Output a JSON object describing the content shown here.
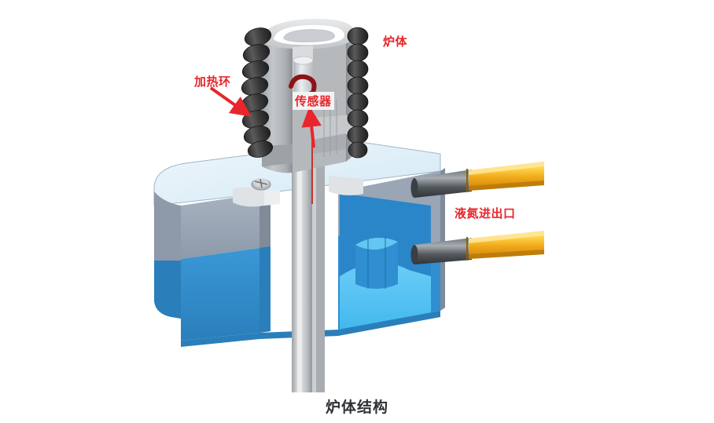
{
  "figure": {
    "caption": "炉体结构",
    "background_color": "#ffffff",
    "caption_color": "#2f3236"
  },
  "labels": {
    "furnace_body": {
      "text": "炉体",
      "color": "#e8262b"
    },
    "heating_ring": {
      "text": "加热环",
      "color": "#e8262b"
    },
    "sensor": {
      "text": "传感器",
      "color": "#e8262b"
    },
    "ln2_port": {
      "text": "液氮进出口",
      "color": "#e8262b"
    }
  },
  "parts": {
    "coil": {
      "name": "heating-coil",
      "color": "#3b3b3b",
      "turns": 8
    },
    "furnace_head": {
      "name": "furnace-head",
      "color": "#b9bcbf"
    },
    "tank_top": {
      "name": "tank-top-surface",
      "color": "#e4f1f8"
    },
    "tank_wall": {
      "name": "tank-outer-wall",
      "color": "#98a4b4"
    },
    "tank_lower": {
      "name": "tank-lower-blue",
      "color": "#2f8fd0"
    },
    "chamber_floor": {
      "name": "chamber-floor",
      "color": "#4fc3f7"
    },
    "chamber_wall": {
      "name": "chamber-wall",
      "color": "#2a86c8"
    },
    "pipe_metal": {
      "name": "pipe-connector",
      "color": "#4a4f54"
    },
    "pipe_gold": {
      "name": "pipe-gold-tube",
      "color": "#f0b419"
    },
    "shaft": {
      "name": "center-shaft",
      "color": "#c9cccf"
    },
    "sensor_wire": {
      "name": "sensor-wire",
      "color": "#8e1216"
    },
    "screw": {
      "name": "mounting-screw",
      "color": "#c0c4c7"
    },
    "arrow": {
      "name": "annotation-arrow",
      "color": "#e8262b"
    }
  }
}
